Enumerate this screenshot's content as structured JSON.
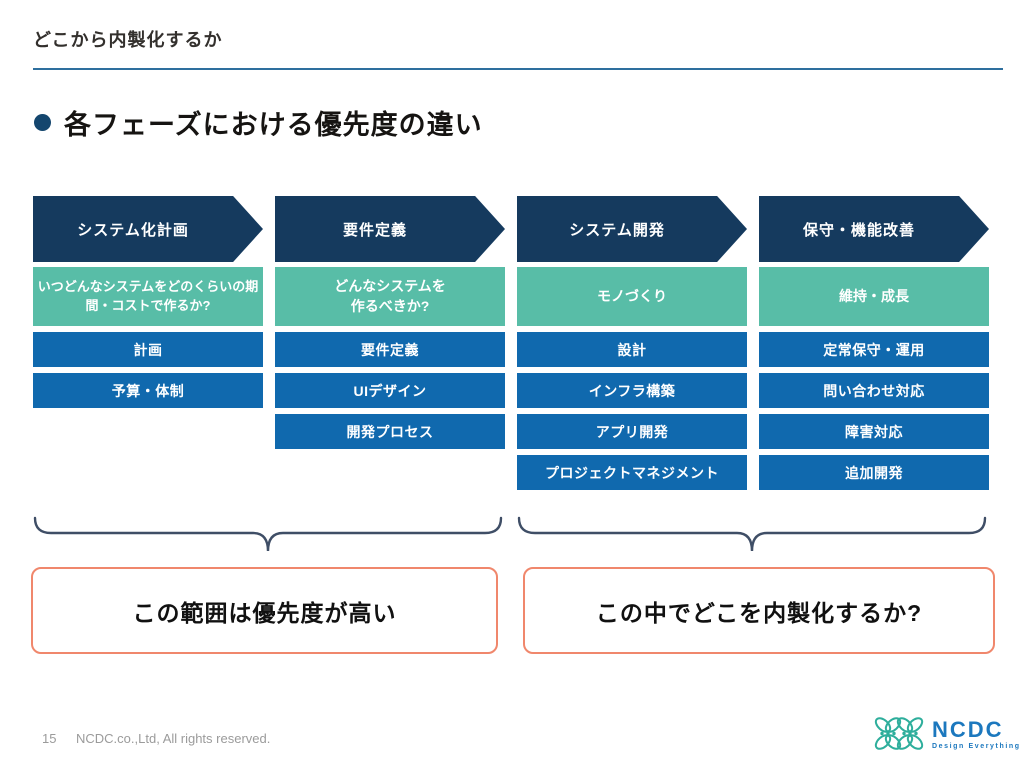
{
  "slide": {
    "title": "どこから内製化するか",
    "heading": "各フェーズにおける優先度の違い",
    "page_number": "15",
    "copyright": "NCDC.co.,Ltd, All rights reserved."
  },
  "columns": [
    {
      "phase": "システム化計画",
      "question": "いつどんなシステムをどのくらいの期間・コストで作るか?",
      "items": [
        "計画",
        "予算・体制"
      ]
    },
    {
      "phase": "要件定義",
      "question": "どんなシステムを\n作るべきか?",
      "items": [
        "要件定義",
        "UIデザイン",
        "開発プロセス"
      ]
    },
    {
      "phase": "システム開発",
      "question": "モノづくり",
      "items": [
        "設計",
        "インフラ構築",
        "アプリ開発",
        "プロジェクトマネジメント"
      ]
    },
    {
      "phase": "保守・機能改善",
      "question": "維持・成長",
      "items": [
        "定常保守・運用",
        "問い合わせ対応",
        "障害対応",
        "追加開発"
      ]
    }
  ],
  "annotations": {
    "left": "この範囲は優先度が高い",
    "right": "この中でどこを内製化するか?"
  },
  "logo": {
    "name": "NCDC",
    "tagline": "Design Everything"
  },
  "colors": {
    "phase_arrow": "#153a5e",
    "question_box": "#58bda7",
    "item_box": "#1069ae",
    "title_rule": "#2e6f9e",
    "bullet": "#14466e",
    "callout_border": "#f0876c",
    "brace": "#3f4e66",
    "logo_blue": "#1c78be",
    "logo_teal": "#2eae9c"
  }
}
